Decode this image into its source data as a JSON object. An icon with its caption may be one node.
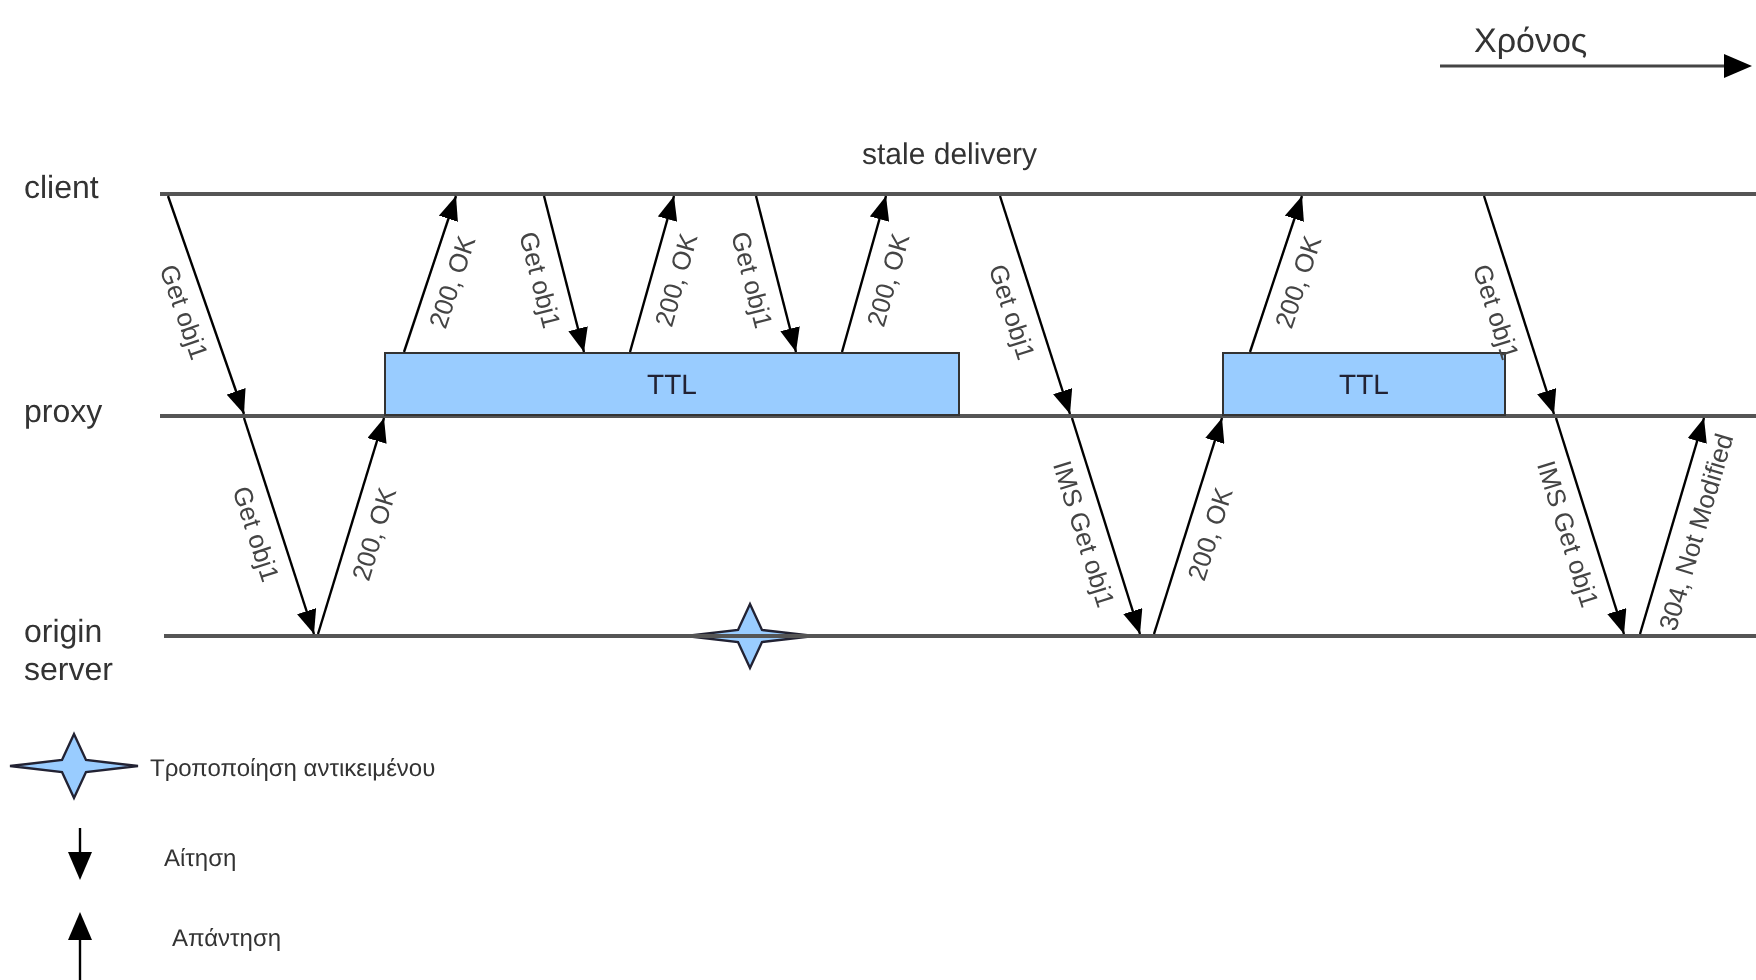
{
  "diagram": {
    "nodes": [
      {
        "text": [],
        "shape": "line",
        "beside": [
          "client"
        ]
      },
      {
        "text": [],
        "shape": "line",
        "beside": [
          "proxy"
        ]
      },
      {
        "text": [],
        "shape": "line",
        "beside": [
          "origin server"
        ]
      },
      {
        "text": [
          "TTL"
        ]
      },
      {
        "text": [
          "TTL"
        ]
      }
    ],
    "edges": [
      {
        "from": 0,
        "to": 1,
        "arrow": "to",
        "label": "Get obj1"
      },
      {
        "from": 1,
        "to": 2,
        "arrow": "to",
        "label": "Get obj1"
      },
      {
        "from": 2,
        "to": 1,
        "arrow": "to",
        "label": "200, OK"
      },
      {
        "from": 3,
        "to": 0,
        "arrow": "to",
        "label": "200, OK"
      },
      {
        "from": 0,
        "to": 3,
        "arrow": "to",
        "label": "Get obj1"
      },
      {
        "from": 3,
        "to": 0,
        "arrow": "to",
        "label": "200, OK"
      },
      {
        "from": 0,
        "to": 3,
        "arrow": "to",
        "label": "Get obj1"
      },
      {
        "from": 3,
        "to": 0,
        "arrow": "to",
        "label": "200, OK"
      },
      {
        "from": 0,
        "to": 1,
        "arrow": "to",
        "label": "Get obj1"
      },
      {
        "from": 1,
        "to": 2,
        "arrow": "to",
        "label": "IMS Get obj1"
      },
      {
        "from": 2,
        "to": 1,
        "arrow": "to",
        "label": "200, OK"
      },
      {
        "from": 4,
        "to": 0,
        "arrow": "to",
        "label": "200, OK"
      },
      {
        "from": 0,
        "to": 1,
        "arrow": "to",
        "label": "Get obj1"
      },
      {
        "from": 1,
        "to": 2,
        "arrow": "to",
        "label": "IMS Get obj1"
      },
      {
        "from": 2,
        "to": 1,
        "arrow": "to",
        "label": "304, Not Modified"
      }
    ],
    "labels": [
      "Χρόνος",
      "stale delivery"
    ],
    "legend": [
      {
        "text": "Τροποποίηση αντικειμένου"
      },
      {
        "text": "Αίτηση"
      },
      {
        "text": "Απάντηση"
      }
    ]
  }
}
